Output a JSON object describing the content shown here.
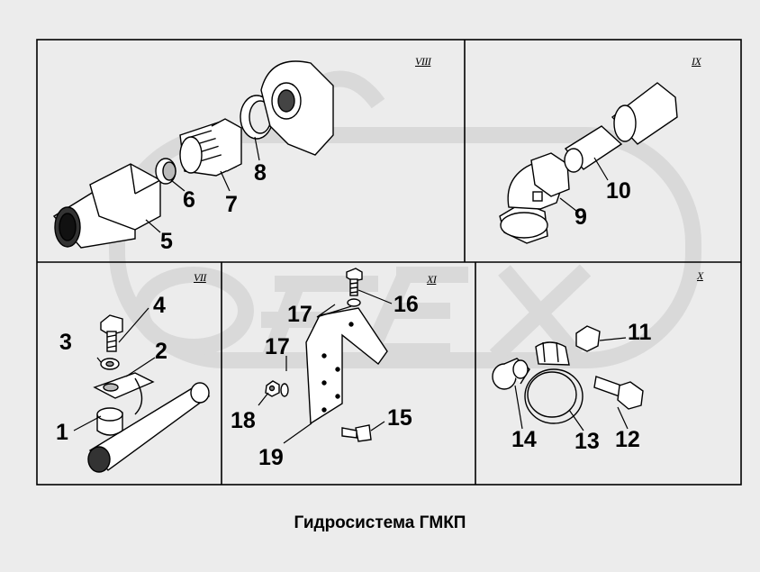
{
  "caption": "Гидросистема ГМКП",
  "panels": {
    "viii": "VIII",
    "ix": "IX",
    "vii": "VII",
    "xi": "XI",
    "x": "X"
  },
  "callouts": {
    "p1": "1",
    "p2": "2",
    "p3": "3",
    "p4": "4",
    "p5": "5",
    "p6": "6",
    "p7": "7",
    "p8": "8",
    "p9": "9",
    "p10": "10",
    "p11": "11",
    "p12": "12",
    "p13": "13",
    "p14": "14",
    "p15": "15",
    "p16": "16",
    "p17a": "17",
    "p17b": "17",
    "p18": "18",
    "p19": "19"
  }
}
